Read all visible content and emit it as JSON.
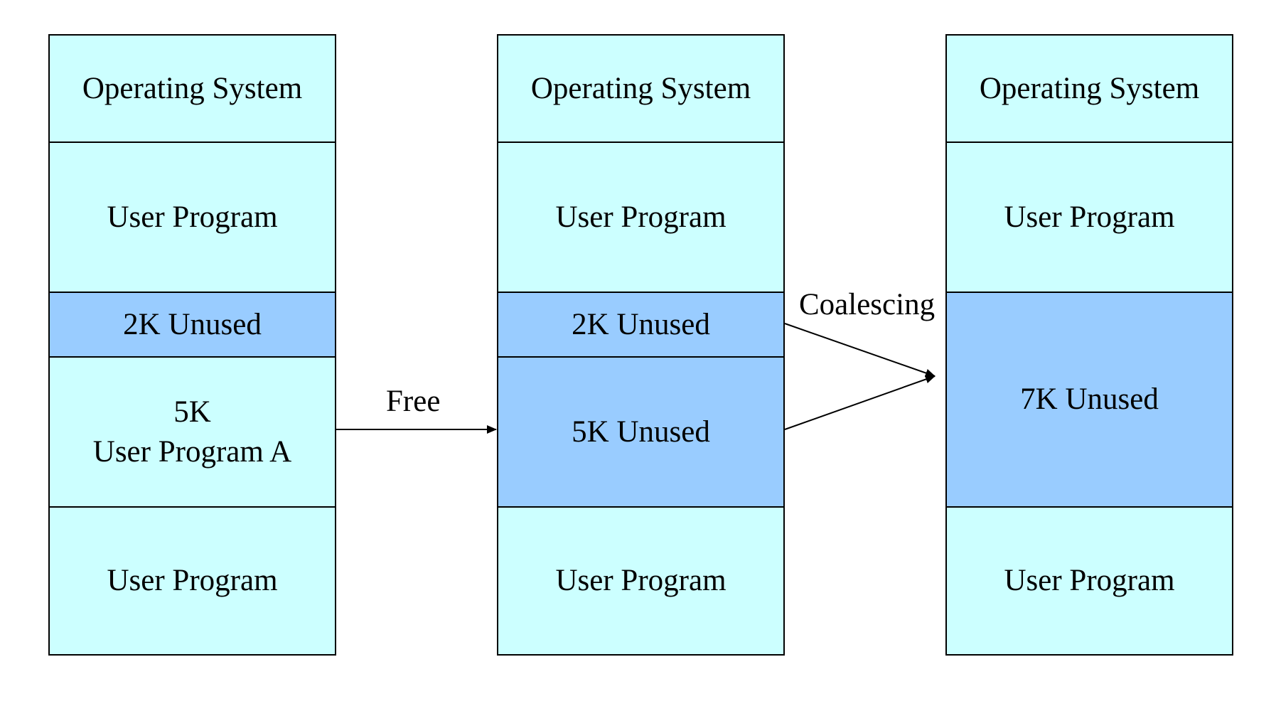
{
  "columns": [
    {
      "blocks": [
        {
          "lines": [
            "Operating System"
          ]
        },
        {
          "lines": [
            "User Program"
          ]
        },
        {
          "lines": [
            "2K Unused"
          ]
        },
        {
          "lines": [
            "5K",
            "User Program A"
          ]
        },
        {
          "lines": [
            "User Program"
          ]
        }
      ]
    },
    {
      "blocks": [
        {
          "lines": [
            "Operating System"
          ]
        },
        {
          "lines": [
            "User Program"
          ]
        },
        {
          "lines": [
            "2K Unused"
          ]
        },
        {
          "lines": [
            "5K Unused"
          ]
        },
        {
          "lines": [
            "User Program"
          ]
        }
      ]
    },
    {
      "blocks": [
        {
          "lines": [
            "Operating System"
          ]
        },
        {
          "lines": [
            "User Program"
          ]
        },
        {
          "lines": [
            "7K Unused"
          ]
        },
        {
          "lines": [
            "User Program"
          ]
        }
      ]
    }
  ],
  "arrows": {
    "free_label": "Free",
    "coalescing_label": "Coalescing"
  },
  "colors": {
    "allocated_fill": "#ccffff",
    "unused_fill": "#99ccff",
    "stroke": "#000000"
  }
}
